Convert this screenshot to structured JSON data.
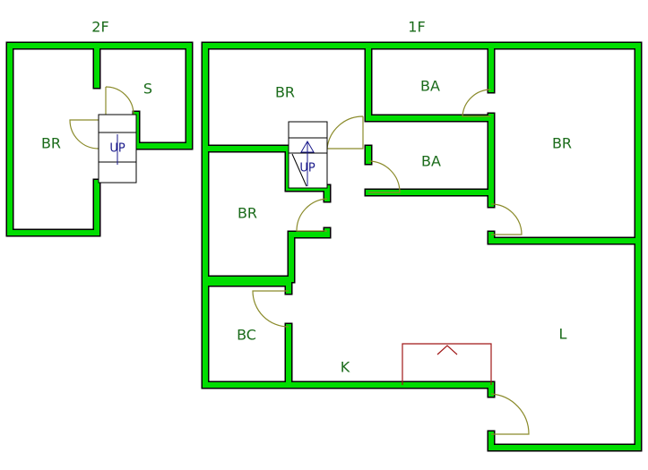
{
  "floors": [
    {
      "title": "2F",
      "rooms": [
        "BR",
        "S"
      ]
    },
    {
      "title": "1F",
      "rooms": [
        "BR",
        "BA",
        "BA",
        "BR",
        "BR",
        "BC",
        "K",
        "L"
      ]
    }
  ],
  "stair_label": "UP",
  "colors": {
    "wall": "#00dd00",
    "outline": "#000000",
    "door": "#8b8b2b",
    "counter": "#a01818",
    "label": "#1a6b1a"
  }
}
